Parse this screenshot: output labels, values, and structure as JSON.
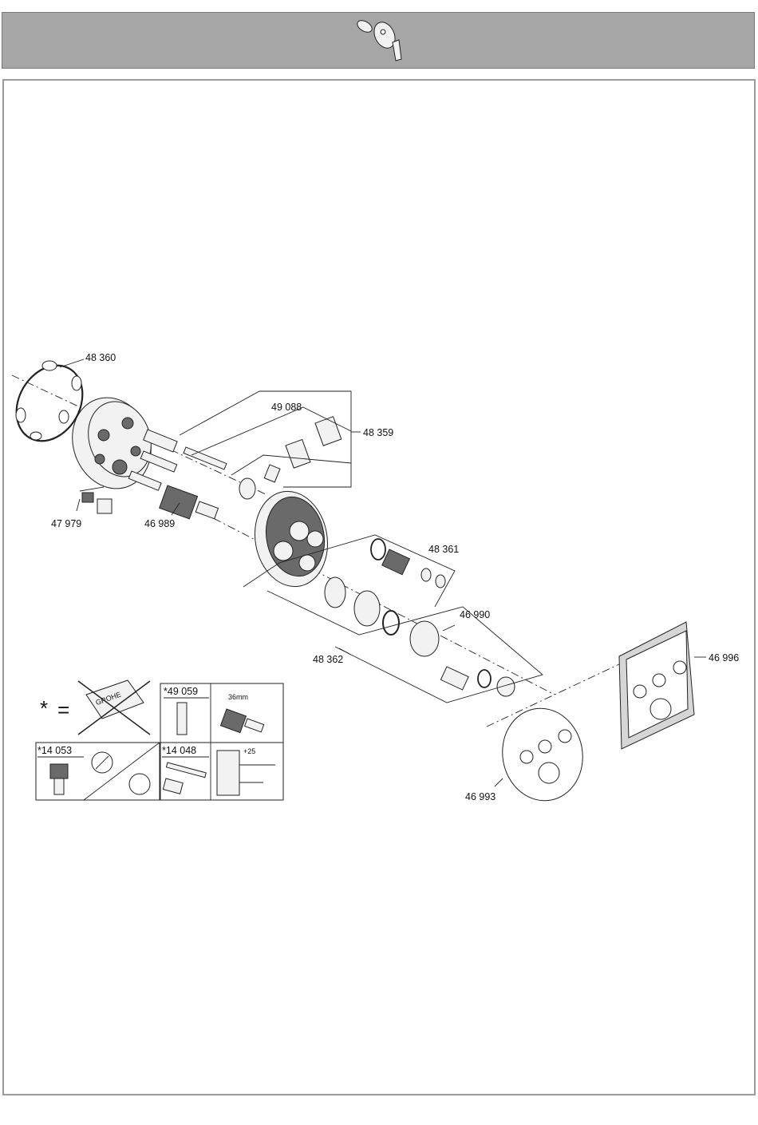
{
  "header": {
    "icon": "valve-handle-icon"
  },
  "labels": {
    "p48360": "48 360",
    "p49088": "49 088",
    "p48359": "48 359",
    "p47979": "47 979",
    "p46989": "46 989",
    "p48361": "48 361",
    "p46990": "46 990",
    "p48362": "48 362",
    "p46996": "46 996",
    "p46993": "46 993"
  },
  "legend": {
    "asterisk": "*",
    "equals": "=",
    "brand": "GROHE",
    "part1": "*49 059",
    "size": "36mm",
    "part2": "*14 053",
    "part3": "*14 048",
    "dim": "+25"
  }
}
